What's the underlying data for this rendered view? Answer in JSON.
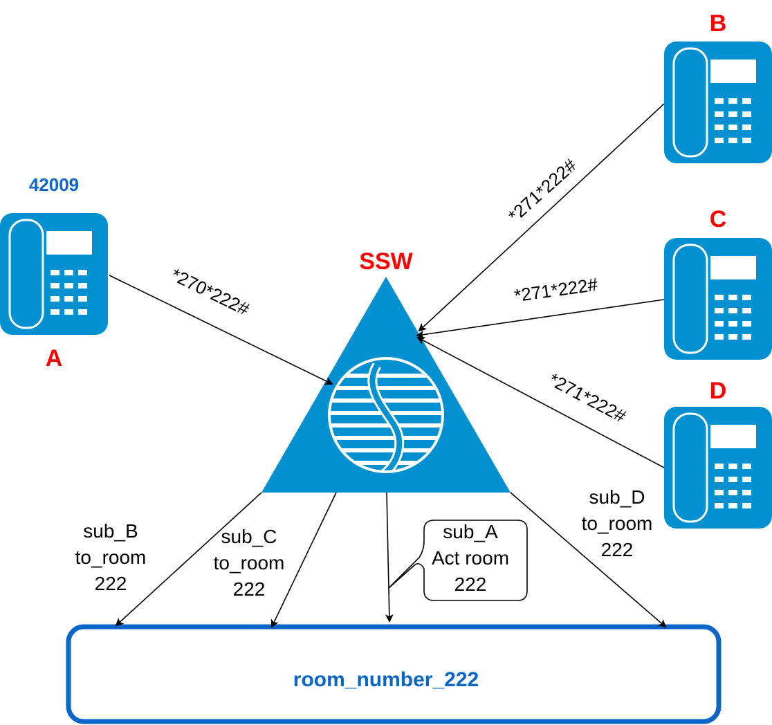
{
  "colors": {
    "device": "#0290d1",
    "label_red": "#ff0000",
    "label_blue": "#0b66c8",
    "room_border": "#0b66c8"
  },
  "switch": {
    "label": "SSW",
    "icon": "softswitch-icon"
  },
  "phones": {
    "A": {
      "label": "A",
      "number": "42009",
      "icon": "phone-icon"
    },
    "B": {
      "label": "B",
      "icon": "phone-icon"
    },
    "C": {
      "label": "C",
      "icon": "phone-icon"
    },
    "D": {
      "label": "D",
      "icon": "phone-icon"
    }
  },
  "dial_codes": {
    "A": "*270*222#",
    "B": "*271*222#",
    "C": "*271*222#",
    "D": "*271*222#"
  },
  "room_links": {
    "B": [
      "sub_B",
      "to_room",
      "222"
    ],
    "C": [
      "sub_C",
      "to_room",
      "222"
    ],
    "D": [
      "sub_D",
      "to_room",
      "222"
    ],
    "A": [
      "sub_A",
      "Act room",
      "222"
    ]
  },
  "room": {
    "label": "room_number_222"
  }
}
